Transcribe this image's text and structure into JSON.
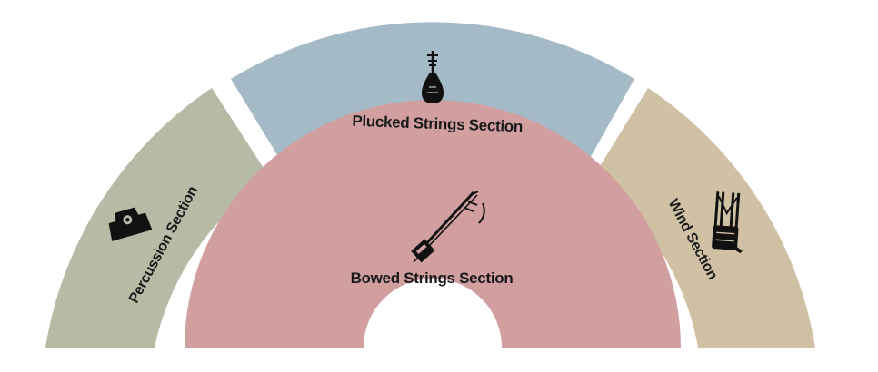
{
  "sections": {
    "percussion": {
      "label": "Percussion Section",
      "color": "#b6bba5",
      "icon": "drum-icon"
    },
    "plucked": {
      "label": "Plucked Strings Section",
      "color": "#a5bac7",
      "icon": "pipa-icon"
    },
    "wind": {
      "label": "Wind Section",
      "color": "#d0c1a5",
      "icon": "sheng-icon"
    },
    "bowed": {
      "label": "Bowed Strings Section",
      "color": "#d19fa0",
      "icon": "erhu-icon"
    }
  }
}
